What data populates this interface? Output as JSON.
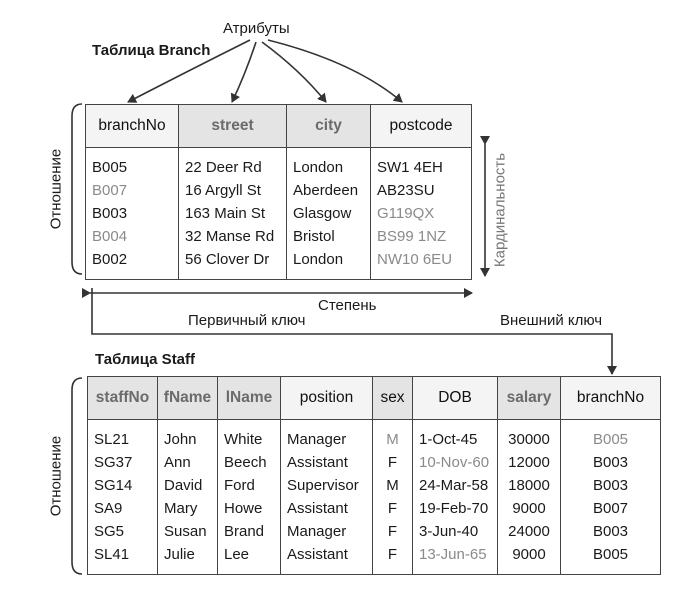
{
  "labels": {
    "attributes": "Атрибуты",
    "branch_title": "Таблица Branch",
    "staff_title": "Таблица Staff",
    "relation_branch": "Отношение",
    "relation_staff": "Отношение",
    "cardinality": "Кардинальность",
    "degree": "Степень",
    "primary_key": "Первичный ключ",
    "foreign_key": "Внешний ключ"
  },
  "branch": {
    "headers": [
      "branchNo",
      "street",
      "city",
      "postcode"
    ],
    "rows": [
      [
        "B005",
        "22 Deer Rd",
        "London",
        "SW1 4EH"
      ],
      [
        "B007",
        "16 Argyll St",
        "Aberdeen",
        "AB23SU"
      ],
      [
        "B003",
        "163 Main St",
        "Glasgow",
        "G119QX"
      ],
      [
        "B004",
        "32 Manse Rd",
        "Bristol",
        "BS99 1NZ"
      ],
      [
        "B002",
        "56 Clover Dr",
        "London",
        "NW10 6EU"
      ]
    ]
  },
  "staff": {
    "headers": [
      "staffNo",
      "fName",
      "lName",
      "position",
      "sex",
      "DOB",
      "salary",
      "branchNo"
    ],
    "rows": [
      [
        "SL21",
        "John",
        "White",
        "Manager",
        "M",
        "1-Oct-45",
        "30000",
        "B005"
      ],
      [
        "SG37",
        "Ann",
        "Beech",
        "Assistant",
        "F",
        "10-Nov-60",
        "12000",
        "B003"
      ],
      [
        "SG14",
        "David",
        "Ford",
        "Supervisor",
        "M",
        "24-Mar-58",
        "18000",
        "B003"
      ],
      [
        "SA9",
        "Mary",
        "Howe",
        "Assistant",
        "F",
        "19-Feb-70",
        "9000",
        "B007"
      ],
      [
        "SG5",
        "Susan",
        "Brand",
        "Manager",
        "F",
        "3-Jun-40",
        "24000",
        "B003"
      ],
      [
        "SL41",
        "Julie",
        "Lee",
        "Assistant",
        "F",
        "13-Jun-65",
        "9000",
        "B005"
      ]
    ]
  },
  "colors": {
    "line": "#333333",
    "header_bg": "#e4e4e4",
    "faded_text": "#8a8a8a"
  }
}
